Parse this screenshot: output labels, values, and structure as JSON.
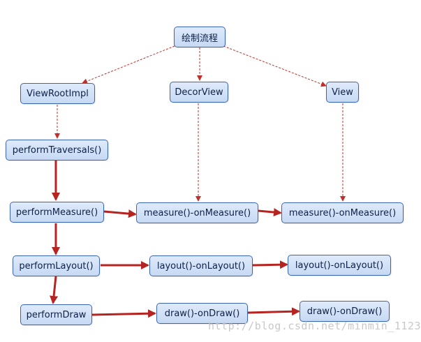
{
  "nodes": {
    "root": "绘制流程",
    "viewrootimpl": "ViewRootImpl",
    "decorview": "DecorView",
    "view": "View",
    "perform_traversals": "performTraversals()",
    "perform_measure": "performMeasure()",
    "decor_measure": "measure()-onMeasure()",
    "view_measure": "measure()-onMeasure()",
    "perform_layout": "performLayout()",
    "decor_layout": "layout()-onLayout()",
    "view_layout": "layout()-onLayout()",
    "perform_draw": "performDraw",
    "decor_draw": "draw()-onDraw()",
    "view_draw": "draw()-onDraw()"
  },
  "watermark": "http://blog.csdn.net/minmin_1123",
  "colors": {
    "node_fill": "#d3e3f8",
    "node_border": "#3a66b0",
    "dashed_arrow": "#c0302a",
    "solid_arrow": "#b52420"
  }
}
